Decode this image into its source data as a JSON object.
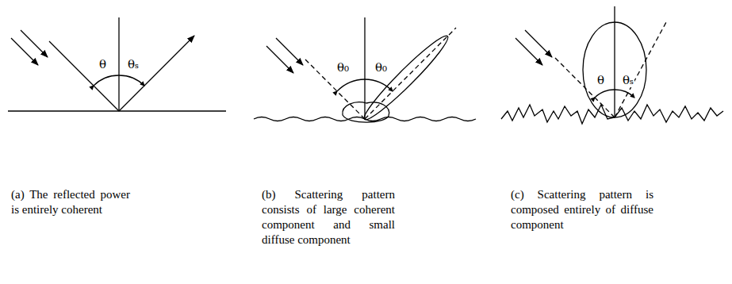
{
  "diagram": {
    "labels": [
      "θ",
      "θₛ",
      "(a) The reflected power is entirely coherent",
      "θ₀",
      "θ₀",
      "(b) Scattering pattern consists of large coherent component and small diffuse component",
      "θ",
      "θₛ",
      "(c) Scattering pattern is composed entirely of diffuse component"
    ]
  }
}
